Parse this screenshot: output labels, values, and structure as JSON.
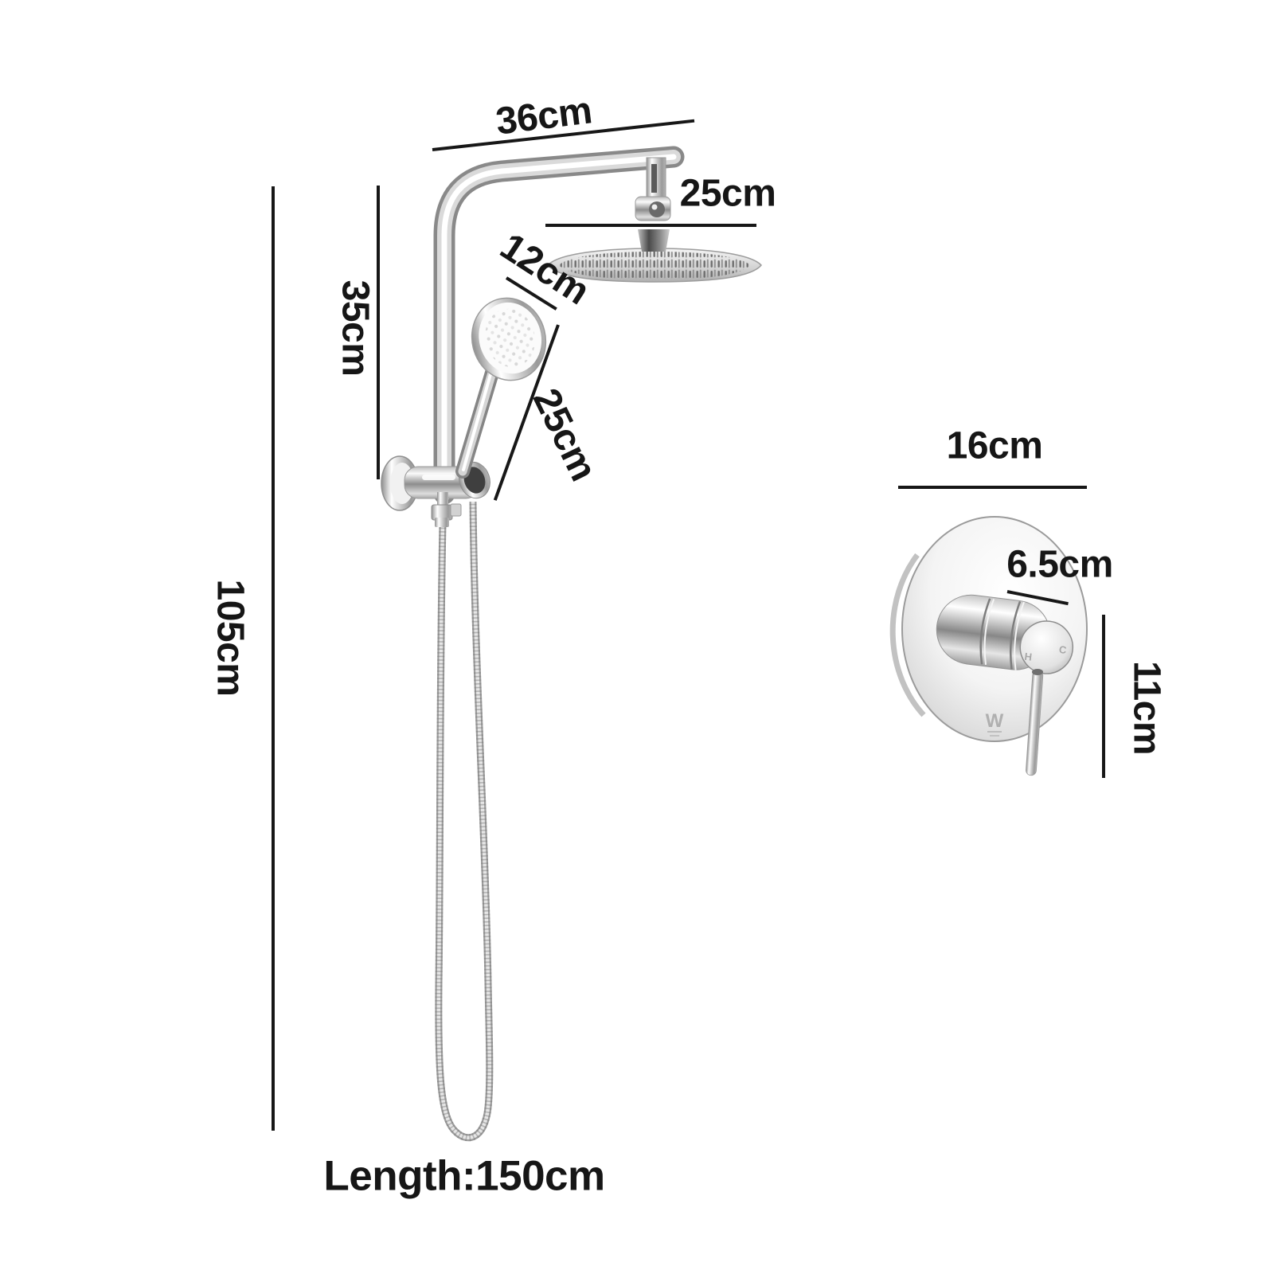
{
  "page": {
    "background": "#ffffff",
    "ink": "#161616",
    "chrome_accent": "#c9c9c9"
  },
  "labels": {
    "arm_width": "36cm",
    "head_diameter": "25cm",
    "hand_shower_diameter": "12cm",
    "rail_height": "35cm",
    "hand_shower_length": "25cm",
    "total_height": "105cm",
    "hose_length": "Length:150cm",
    "mixer_plate_diameter": "16cm",
    "mixer_handle_length": "6.5cm",
    "mixer_handle_drop": "11cm"
  },
  "mixer_markings": {
    "hot": "H",
    "cold": "C",
    "wels_logo": "W"
  }
}
